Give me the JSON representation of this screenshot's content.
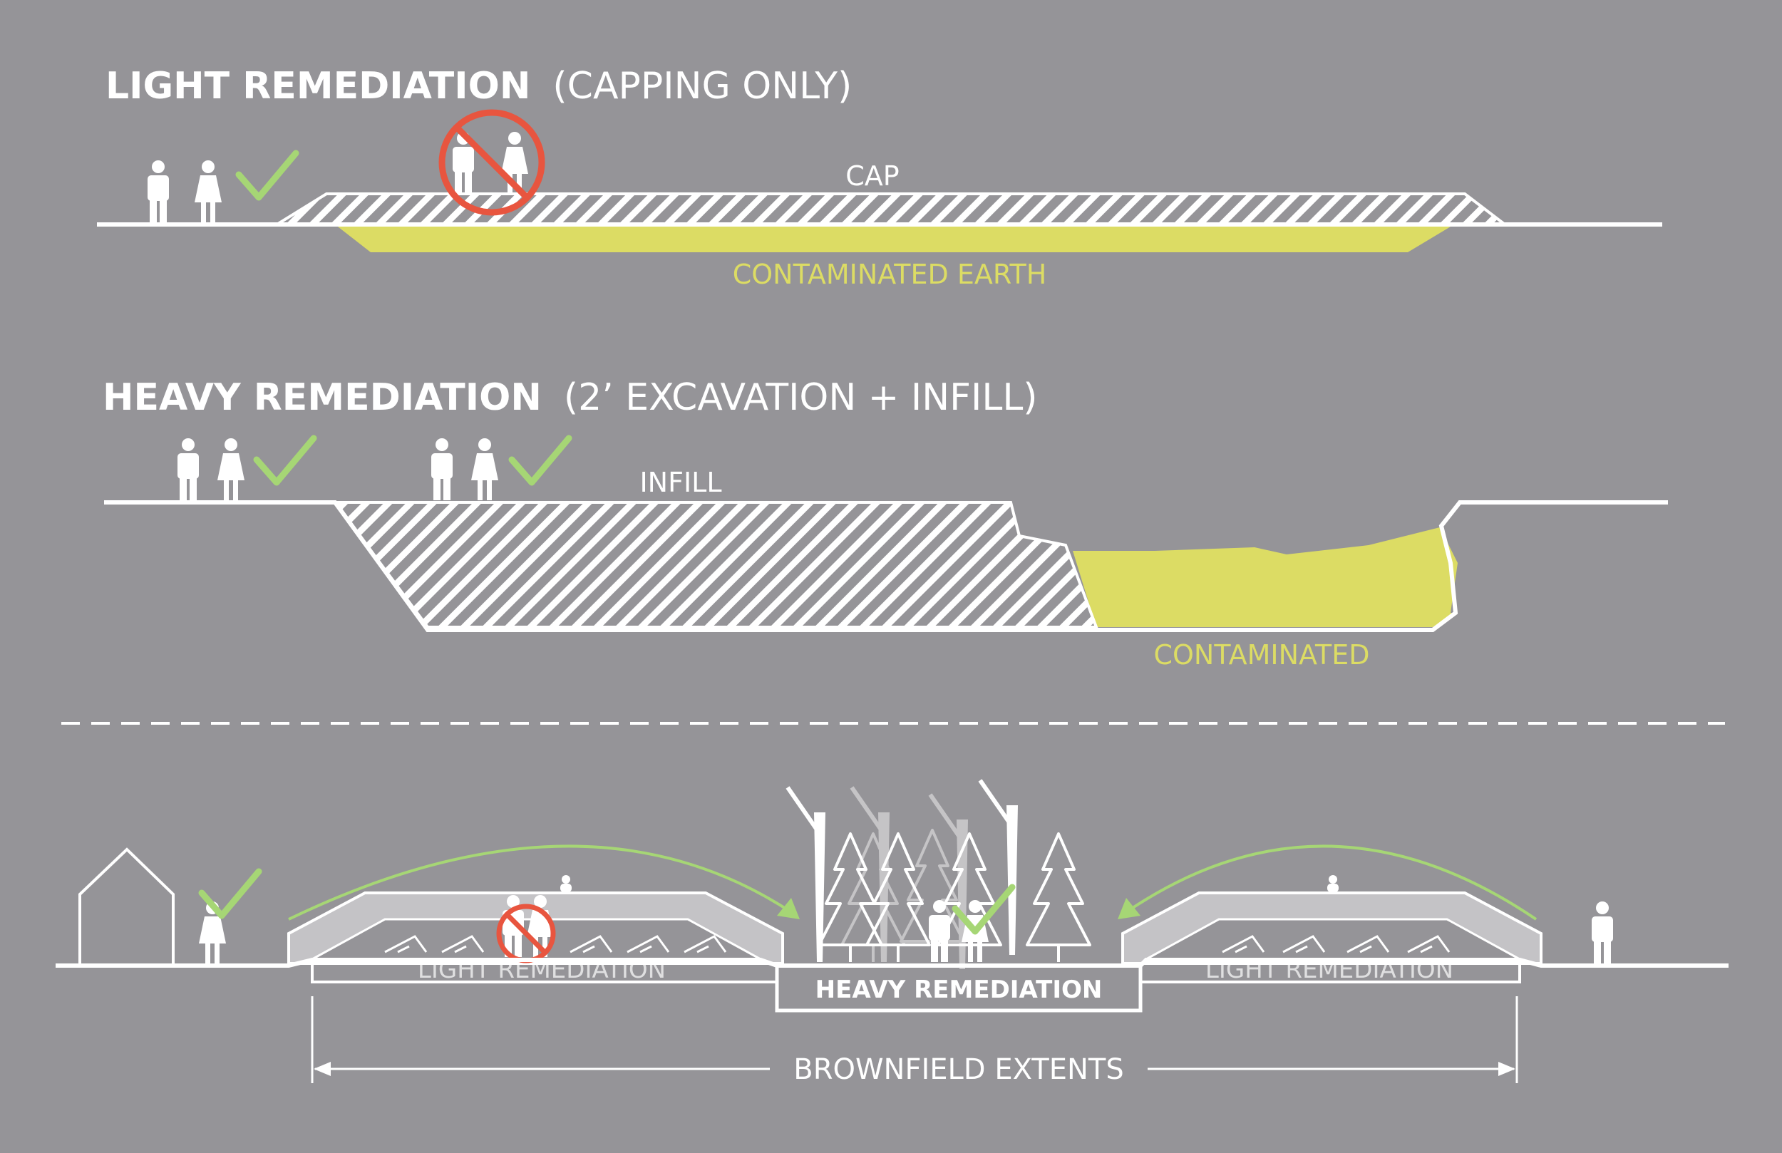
{
  "colors": {
    "background": "#959498",
    "line": "#ffffff",
    "contaminated": "#dcdc64",
    "check": "#a6d675",
    "prohibited": "#e8553f",
    "panel": "#c4c3c6"
  },
  "light_section": {
    "title_bold": "LIGHT REMEDIATION",
    "title_light": "(CAPPING ONLY)",
    "cap_label": "CAP",
    "contaminated_label": "CONTAMINATED EARTH"
  },
  "heavy_section": {
    "title_bold": "HEAVY REMEDIATION",
    "title_light": "(2’ EXCAVATION + INFILL)",
    "infill_label": "INFILL",
    "contaminated_label": "CONTAMINATED"
  },
  "site_section": {
    "light_left_label": "LIGHT REMEDIATION",
    "heavy_label": "HEAVY REMEDIATION",
    "light_right_label": "LIGHT REMEDIATION",
    "extents_label": "BROWNFIELD EXTENTS"
  },
  "icons": [
    "person-icon",
    "checkmark-icon",
    "prohibited-icon",
    "tree-icon",
    "house-icon",
    "solar-panel-icon",
    "arrow-icon"
  ]
}
